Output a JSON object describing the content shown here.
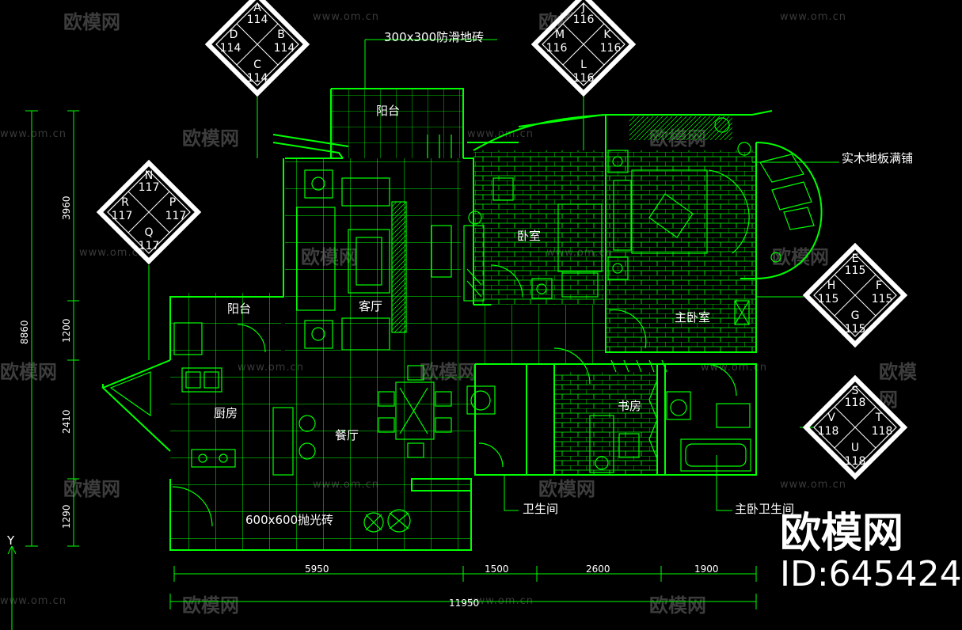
{
  "watermark": {
    "url": "www.om.cn",
    "brand": "欧模网"
  },
  "brand": {
    "name": "欧模网",
    "id": "ID:645424"
  },
  "rooms": {
    "balcony_top": "阳台",
    "living": "客厅",
    "bedroom": "卧室",
    "master_bedroom": "主卧室",
    "balcony_left": "阳台",
    "kitchen": "厨房",
    "dining": "餐厅",
    "study": "书房"
  },
  "callouts": {
    "floor_tile_300": "300x300防滑地砖",
    "wood_floor": "实木地板满铺",
    "polished_tile": "600x600抛光砖",
    "bathroom": "卫生间",
    "master_bathroom": "主卧卫生间"
  },
  "dims": {
    "bottom": [
      "5950",
      "1500",
      "2600",
      "1900"
    ],
    "total": "11950",
    "left": [
      "3960",
      "1200",
      "2410",
      "1290"
    ],
    "left_total": "8860"
  },
  "axis_label": "Y",
  "elevation_tags": [
    {
      "top": "A",
      "left": "D",
      "right": "B",
      "bottom": "C",
      "v_top": "114",
      "v_left": "114",
      "v_right": "114",
      "v_bottom": "114"
    },
    {
      "top": "J",
      "left": "M",
      "right": "K",
      "bottom": "L",
      "v_top": "116",
      "v_left": "116",
      "v_right": "116",
      "v_bottom": "116"
    },
    {
      "top": "N",
      "left": "R",
      "right": "P",
      "bottom": "Q",
      "v_top": "117",
      "v_left": "117",
      "v_right": "117",
      "v_bottom": "117"
    },
    {
      "top": "E",
      "left": "H",
      "right": "F",
      "bottom": "G",
      "v_top": "115",
      "v_left": "115",
      "v_right": "115",
      "v_bottom": "115"
    },
    {
      "top": "S",
      "left": "V",
      "right": "T",
      "bottom": "U",
      "v_top": "118",
      "v_left": "118",
      "v_right": "118",
      "v_bottom": "118"
    }
  ],
  "colors": {
    "background": "#000000",
    "lines": "#00ff00",
    "text": "#ffffff",
    "watermark": "#3a3a3a"
  }
}
